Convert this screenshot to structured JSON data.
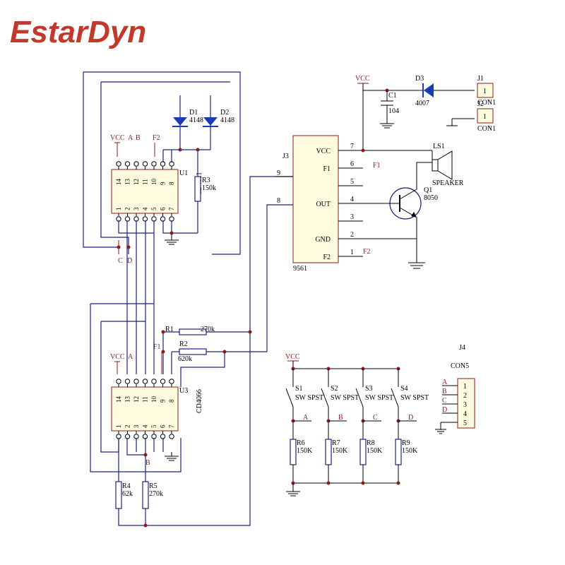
{
  "brand": {
    "logo_text": "EstarDyn",
    "logo_color": "#c0392b"
  },
  "schematic": {
    "u1": {
      "ref": "U1",
      "part": "CD4011",
      "pins_top": [
        "14",
        "13",
        "12",
        "11",
        "10",
        "9",
        "8"
      ],
      "pins_bottom": [
        "1",
        "2",
        "3",
        "4",
        "5",
        "6",
        "7"
      ]
    },
    "u3": {
      "ref": "U3",
      "part": "CD4066",
      "pins_top": [
        "14",
        "13",
        "12",
        "11",
        "10",
        "9",
        "8"
      ],
      "pins_bottom": [
        "1",
        "2",
        "3",
        "4",
        "5",
        "6",
        "7"
      ]
    },
    "u1_labels": {
      "vcc": "VCC",
      "a": "A",
      "b": "B",
      "f2": "F2",
      "c": "C",
      "d": "D"
    },
    "u3_labels": {
      "vcc": "VCC",
      "a": "A",
      "f1": "F1",
      "b": "B"
    },
    "d1": {
      "ref": "D1",
      "value": "4148"
    },
    "d2": {
      "ref": "D2",
      "value": "4148"
    },
    "r3": {
      "ref": "R3",
      "value": "150k"
    },
    "r1": {
      "ref": "R1",
      "value": "270k"
    },
    "r2": {
      "ref": "R2",
      "value": "620k"
    },
    "r4": {
      "ref": "R4",
      "value": "62k"
    },
    "r5": {
      "ref": "R5",
      "value": "270k"
    },
    "j3": {
      "ref": "J3",
      "part": "9561",
      "pins": [
        {
          "name": "VCC",
          "num": "7"
        },
        {
          "name": "F1",
          "num": "6"
        },
        {
          "name": "",
          "num": "5"
        },
        {
          "name": "OUT",
          "num": "4"
        },
        {
          "name": "",
          "num": "3"
        },
        {
          "name": "GND",
          "num": "2"
        },
        {
          "name": "F2",
          "num": "1"
        }
      ],
      "left_pins": [
        "9",
        "8"
      ],
      "f1_label": "F1",
      "f2_label": "F2"
    },
    "power": {
      "vcc_top": "VCC",
      "vcc_switches": "VCC"
    },
    "c1": {
      "ref": "C1",
      "value": "104"
    },
    "d3": {
      "ref": "D3",
      "value": "4007"
    },
    "j1": {
      "ref": "J1",
      "pin": "1",
      "con": "CON1"
    },
    "j2": {
      "ref": "J2",
      "pin": "1",
      "con": "CON1"
    },
    "ls1": {
      "ref": "LS1",
      "part": "SPEAKER"
    },
    "q1": {
      "ref": "Q1",
      "value": "8050"
    },
    "switches": [
      {
        "ref": "S1",
        "type": "SW SPST",
        "net": "A",
        "res_ref": "R6",
        "res_val": "150K"
      },
      {
        "ref": "S2",
        "type": "SW SPST",
        "net": "B",
        "res_ref": "R7",
        "res_val": "150K"
      },
      {
        "ref": "S3",
        "type": "SW SPST",
        "net": "C",
        "res_ref": "R8",
        "res_val": "150K"
      },
      {
        "ref": "S4",
        "type": "SW SPST",
        "net": "D",
        "res_ref": "R9",
        "res_val": "150K"
      }
    ],
    "j4": {
      "ref": "J4",
      "part": "CON5",
      "pins": [
        "1",
        "2",
        "3",
        "4",
        "5"
      ],
      "nets": [
        "A",
        "B",
        "C",
        "D"
      ]
    }
  }
}
